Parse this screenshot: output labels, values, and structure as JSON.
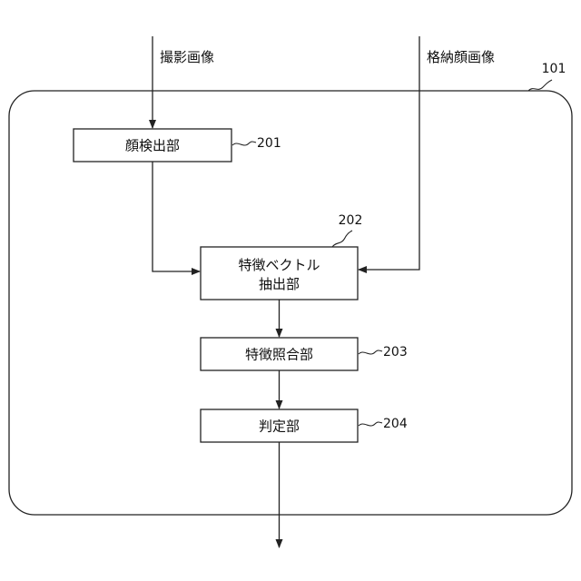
{
  "diagram": {
    "inputs": {
      "captured_image": "撮影画像",
      "stored_face_image": "格納顔画像"
    },
    "device": {
      "ref": "101"
    },
    "blocks": {
      "face_detection": {
        "label": "顔検出部",
        "ref": "201"
      },
      "feature_vector_extraction": {
        "label_line1": "特徴ベクトル",
        "label_line2": "抽出部",
        "ref": "202"
      },
      "feature_matching": {
        "label": "特徴照合部",
        "ref": "203"
      },
      "judgment": {
        "label": "判定部",
        "ref": "204"
      }
    }
  }
}
